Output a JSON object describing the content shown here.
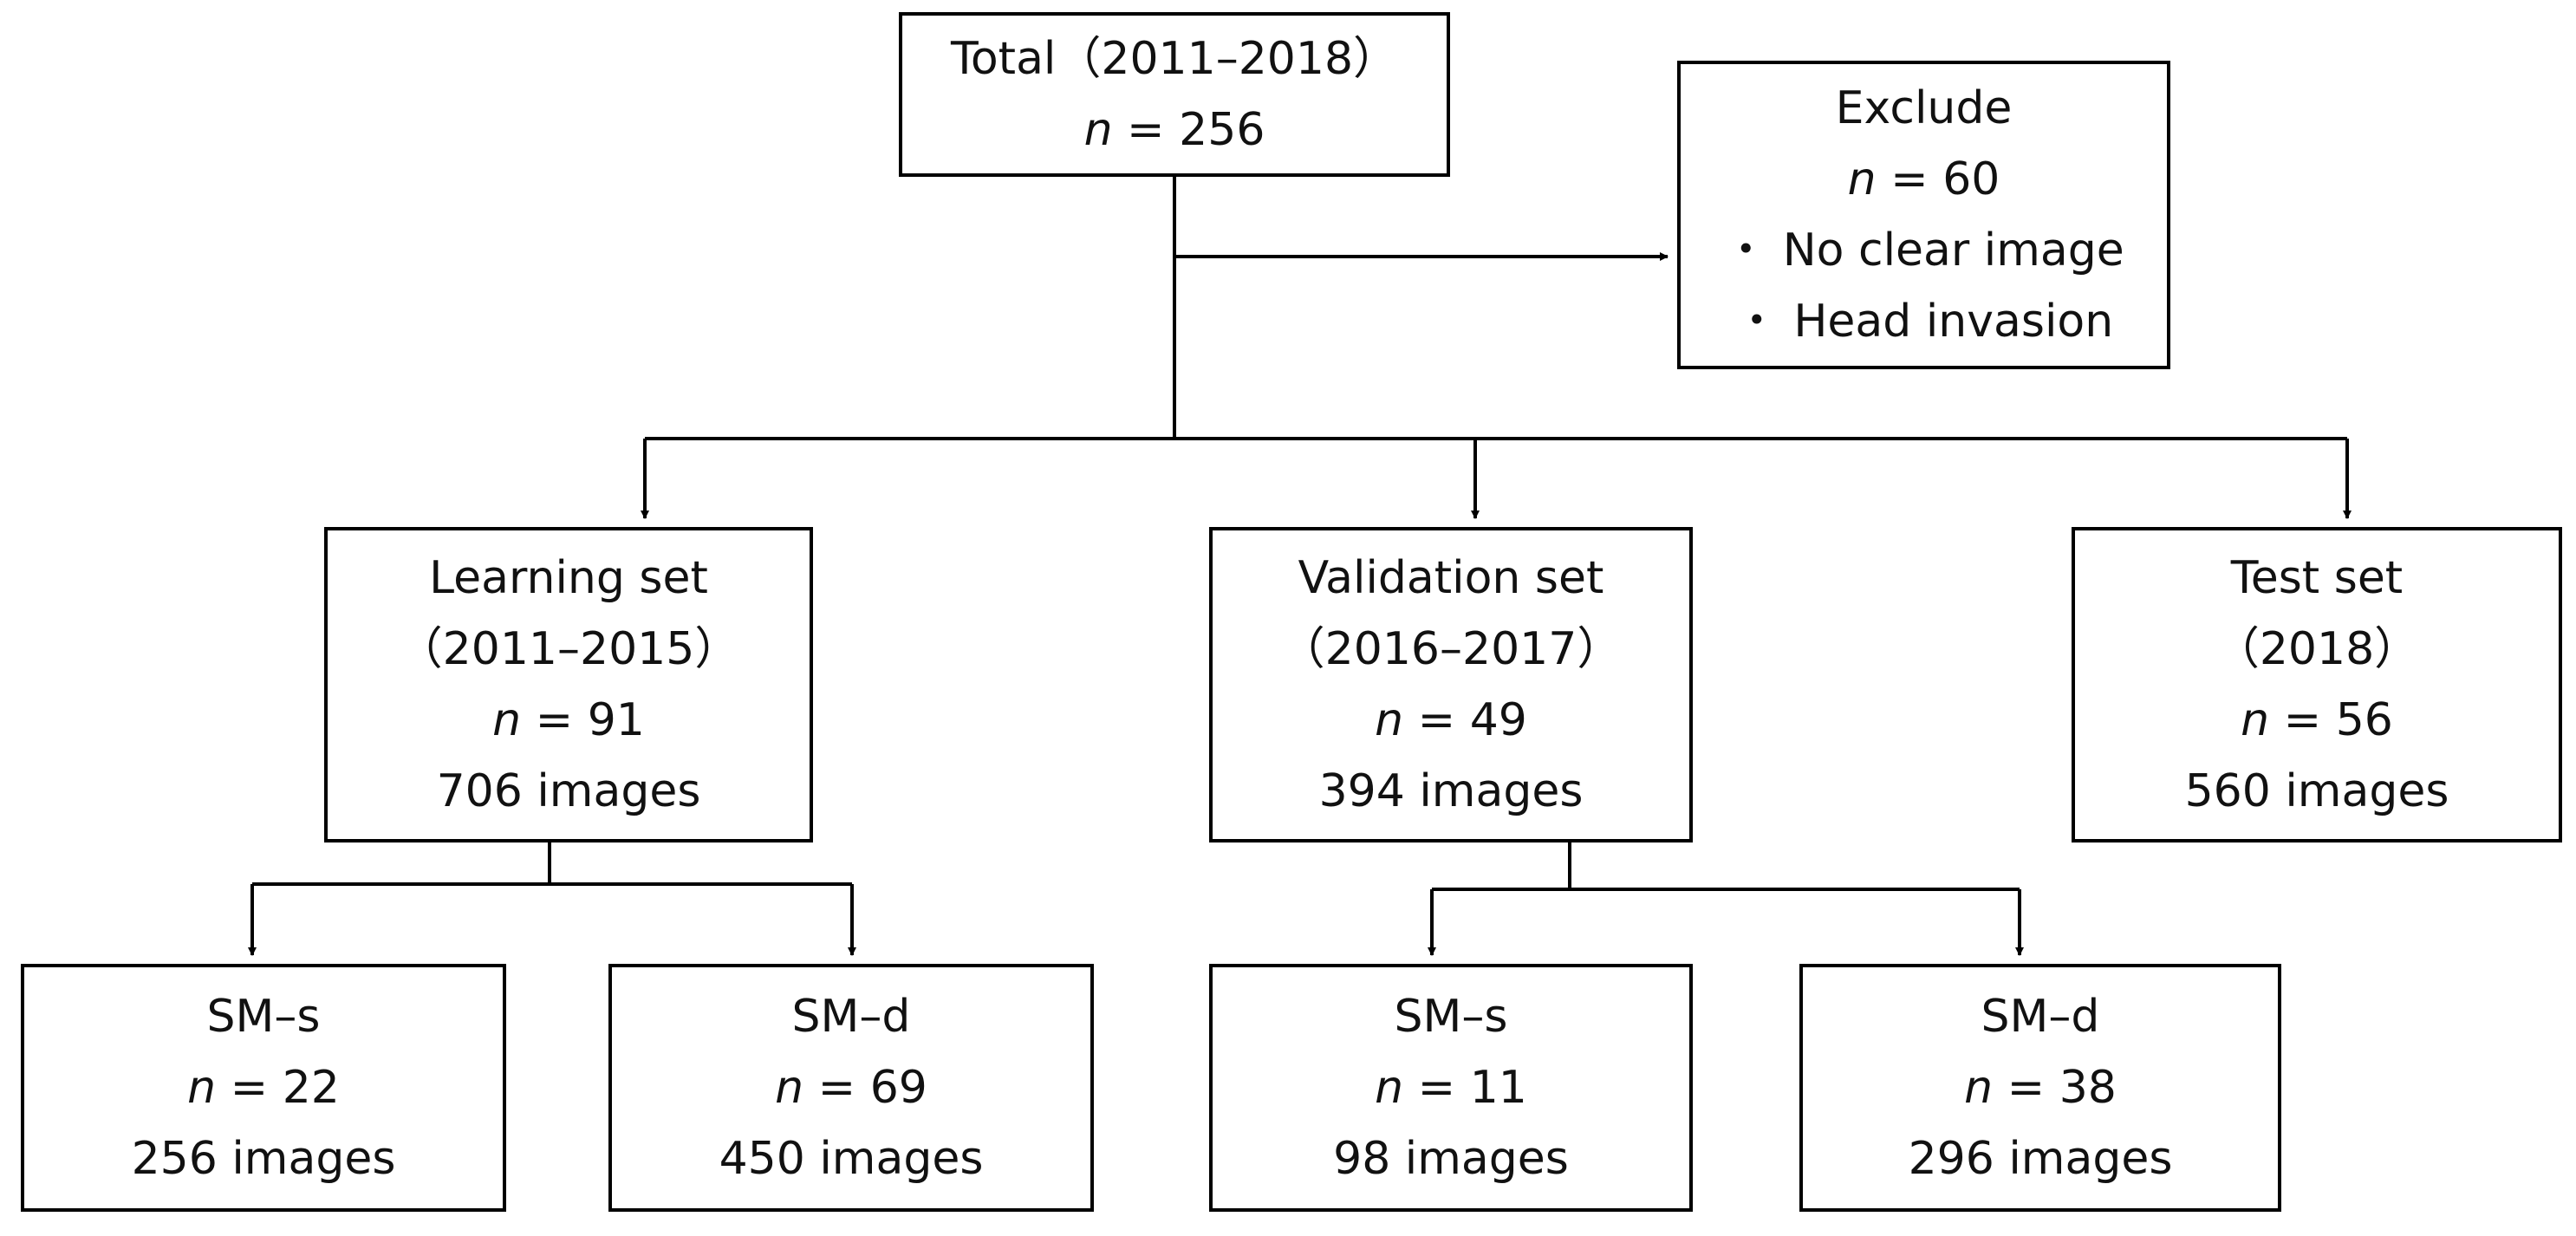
{
  "total": {
    "title": "Total（2011–2018）",
    "n": "256"
  },
  "exclude": {
    "title": "Exclude",
    "n": "60",
    "bullets": [
      "・ No clear image",
      "・ Head invasion"
    ]
  },
  "learning": {
    "title": "Learning set",
    "years": "（2011–2015）",
    "n": "91",
    "images": "706 images"
  },
  "validation": {
    "title": "Validation set",
    "years": "（2016–2017）",
    "n": "49",
    "images": "394 images"
  },
  "test": {
    "title": "Test set",
    "years": "（2018）",
    "n": "56",
    "images": "560 images"
  },
  "learning_sms": {
    "title": "SM–s",
    "n": "22",
    "images": "256 images"
  },
  "learning_smd": {
    "title": "SM–d",
    "n": "69",
    "images": "450 images"
  },
  "validation_sms": {
    "title": "SM–s",
    "n": "11",
    "images": "98 images"
  },
  "validation_smd": {
    "title": "SM–d",
    "n": "38",
    "images": "296 images"
  }
}
